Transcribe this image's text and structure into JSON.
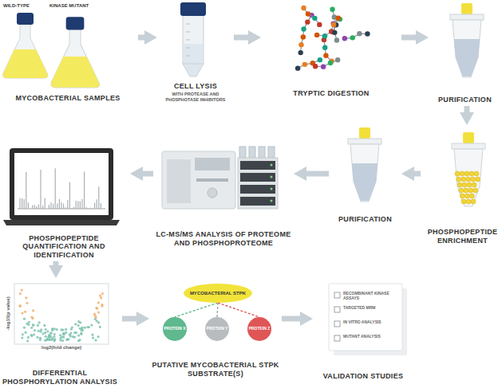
{
  "diagram": {
    "nodes": [
      {
        "text": [
          "MYCOBACTERIAL SAMPLES"
        ]
      },
      {
        "text": [
          "CELL LYSIS",
          "WITH PROTEASE AND PHOSPHOTASE INHIBITORS"
        ]
      },
      {
        "text": [
          "TRYPTIC DIGESTION"
        ]
      },
      {
        "text": [
          "PURIFICATION"
        ]
      },
      {
        "text": [
          "PHOSPHOPEPTIDE ENRICHMENT"
        ]
      },
      {
        "text": [
          "PURIFICATION"
        ]
      },
      {
        "text": [
          "LC-MS/MS ANALYSIS OF PROTEOME AND PHOSPHOPROTEOME"
        ]
      },
      {
        "text": [
          "PHOSPHOPEPTIDE QUANTIFICATION AND IDENTIFICATION"
        ]
      },
      {
        "text": [
          "DIFFERENTIAL PHOSPHORYLATION ANALYSIS"
        ]
      },
      {
        "text": [
          "PUTATIVE MYCOBACTERIAL STPK SUBSTRATE(S)"
        ]
      },
      {
        "text": [
          "MYCOBACTERIAL STPK"
        ],
        "in": 9
      },
      {
        "text": [
          "PROTEIN X"
        ],
        "in": 9
      },
      {
        "text": [
          "PROTEIN Y"
        ],
        "in": 9
      },
      {
        "text": [
          "PROTEIN Z"
        ],
        "in": 9
      },
      {
        "text": [
          "VALIDATION STUDIES"
        ]
      }
    ],
    "edges": [
      {
        "from": 0,
        "to": 1,
        "arrow": "to"
      },
      {
        "from": 1,
        "to": 2,
        "arrow": "to"
      },
      {
        "from": 2,
        "to": 3,
        "arrow": "to"
      },
      {
        "from": 3,
        "to": 4,
        "arrow": "to"
      },
      {
        "from": 4,
        "to": 5,
        "arrow": "to"
      },
      {
        "from": 5,
        "to": 6,
        "arrow": "to"
      },
      {
        "from": 6,
        "to": 7,
        "arrow": "to"
      },
      {
        "from": 7,
        "to": 8,
        "arrow": "to"
      },
      {
        "from": 8,
        "to": 9,
        "arrow": "to"
      },
      {
        "from": 9,
        "to": 14,
        "arrow": "to"
      },
      {
        "from": 10,
        "to": 11,
        "arrow": "none"
      },
      {
        "from": 10,
        "to": 12,
        "arrow": "none"
      },
      {
        "from": 10,
        "to": 13,
        "arrow": "none"
      }
    ],
    "labels": [
      "WILD-TYPE",
      "KINASE MUTANT",
      "-log10(p value)",
      "log2(fold change)",
      "RECOMBINANT KINASE ASSAYS",
      "TARGETED MRM",
      "IN VITRO ANALYSIS",
      "MUTANT ANALYSIS"
    ]
  }
}
